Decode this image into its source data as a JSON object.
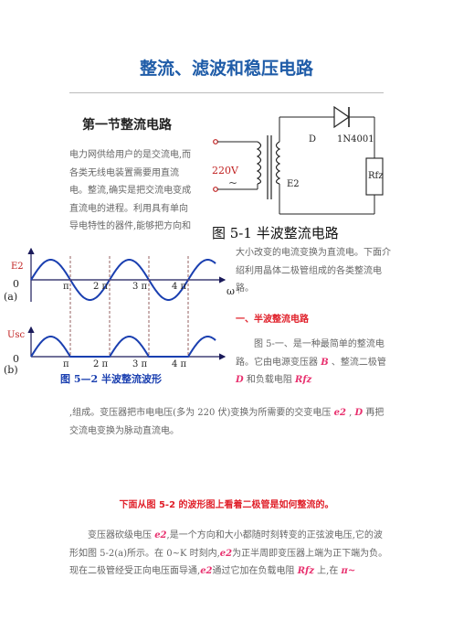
{
  "title": "整流、滤波和稳压电路",
  "section": "第一节整流电路",
  "intro_text": "电力网供给用户的是交流电,而各类无线电装置需要用直流电。整流,确实是把交流电变成直流电的进程。利用具有单向导电特性的器件,能够把方向和",
  "intro_cont": "大小改变的电流变换为直流电。下面介绍利用晶体二极管组成的各类整流电路。",
  "sub_heading": "一、半波整流电路",
  "p2_text1": "图 5-一、是一种最简单的整流电路。它由电源变压器 ",
  "p2_text2": " 、整流二极管 ",
  "p2_text3": " 和负载电阻 ",
  "p2_text4": " ,组成。变压器把市电电压(多为 220 伏)变换为所需要的交变电压 ",
  "p2_text5": " , ",
  "p2_text6": " 再把交流电变换为脉动直流电。",
  "sym_B": "B",
  "sym_D": "D",
  "sym_Rfz": "Rfz",
  "sym_e2": "e2",
  "sub_heading2": "下面从图 5-2 的波形图上看着二极管是如何整流的。",
  "p4_text1": "变压器砍级电压 ",
  "p4_text2": ",是一个方向和大小都随时刻转变的正弦波电压,它的波形如图 5-2(a)所示。在 0~K 时刻内,",
  "p4_text3": "为正半周即变压器上端为正下端为负。现在二极管经受正向电压面导通,",
  "p4_text4": "通过它加在负载电阻 ",
  "p4_text5": " 上,在 ",
  "p4_text6": "π~",
  "figure1": {
    "caption": "图  5-1   半波整流电路",
    "diode_label": "D",
    "diode_model": "1N4001",
    "source_voltage": "220V",
    "source_symbol": "~",
    "secondary_label": "E2",
    "load_label": "Rfz"
  },
  "figure2": {
    "caption": "图  5—2  半波整流波形",
    "panel_a_label": "(a)",
    "panel_b_label": "(b)",
    "y_label_a": "E2",
    "y_label_b": "Usc",
    "origin": "0",
    "x_axis_label": "ω t",
    "ticks": [
      "π",
      "2 π",
      "3 π",
      "4 π"
    ]
  },
  "colors": {
    "title": "#1f5ca8",
    "red": "#e0202a",
    "symbol": "#e8306e",
    "wave": "#1a3fb0",
    "dashed": "#7a3b3b"
  }
}
